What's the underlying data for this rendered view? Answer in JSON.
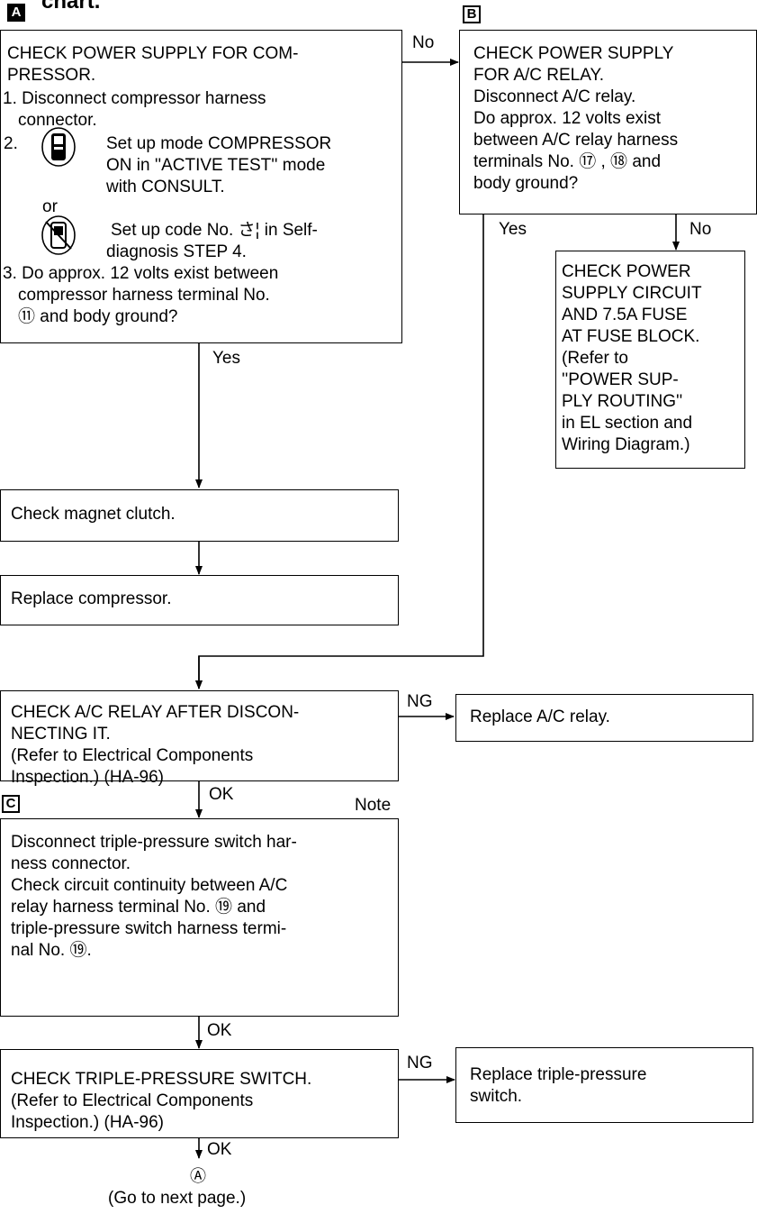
{
  "title_fragment": "chart.",
  "markers": {
    "a": "A",
    "b": "B",
    "c": "C"
  },
  "box_a": {
    "title_lines": [
      "CHECK POWER SUPPLY FOR COM-",
      "PRESSOR."
    ],
    "step1_lines": [
      "1. Disconnect compressor harness",
      "connector."
    ],
    "step2_num": "2.",
    "step2_consult_lines": [
      "Set up mode COMPRESSOR",
      "ON in ''ACTIVE TEST'' mode",
      "with CONSULT."
    ],
    "or": "or",
    "step2_code_lines": [
      "Set up code No. さ¦ in Self-",
      "diagnosis STEP 4."
    ],
    "step3_lines": [
      "3. Do approx. 12 volts exist between",
      "compressor harness terminal No.",
      "⑪ and body ground?"
    ]
  },
  "box_b": {
    "lines": [
      "CHECK POWER SUPPLY",
      "FOR A/C RELAY.",
      "Disconnect A/C relay.",
      "Do approx. 12 volts exist",
      "between A/C relay harness",
      "terminals No. ⑰ , ⑱ and",
      "body ground?"
    ]
  },
  "box_b_no": {
    "lines": [
      "CHECK POWER",
      "SUPPLY CIRCUIT",
      "AND 7.5A FUSE",
      "AT FUSE BLOCK.",
      "(Refer to",
      "''POWER SUP-",
      "PLY ROUTING''",
      "in EL section and",
      "Wiring Diagram.)"
    ]
  },
  "magnet_clutch": "Check magnet clutch.",
  "replace_compressor": "Replace compressor.",
  "relay_check": {
    "lines": [
      "CHECK A/C RELAY AFTER DISCON-",
      "NECTING IT.",
      "(Refer to Electrical Components",
      "Inspection.) (HA-96)"
    ]
  },
  "replace_relay": "Replace A/C relay.",
  "continuity": {
    "lines": [
      "Disconnect triple-pressure switch har-",
      "ness connector.",
      "Check circuit continuity between A/C",
      "relay harness terminal No. ⑲ and",
      "triple-pressure switch harness termi-",
      "nal No. ⑲."
    ]
  },
  "triple_check": {
    "lines": [
      "CHECK TRIPLE-PRESSURE SWITCH.",
      "(Refer to Electrical Components",
      "Inspection.) (HA-96)"
    ]
  },
  "replace_triple": {
    "lines": [
      "Replace triple-pressure",
      "switch."
    ]
  },
  "connector_a": "Ⓐ",
  "go_next": "(Go to next page.)",
  "labels": {
    "no_a_to_b": "No",
    "yes_a": "Yes",
    "yes_b": "Yes",
    "no_b": "No",
    "ng_relay": "NG",
    "ok_relay": "OK",
    "note": "Note",
    "ok_continuity": "OK",
    "ng_triple": "NG",
    "ok_triple": "OK"
  }
}
